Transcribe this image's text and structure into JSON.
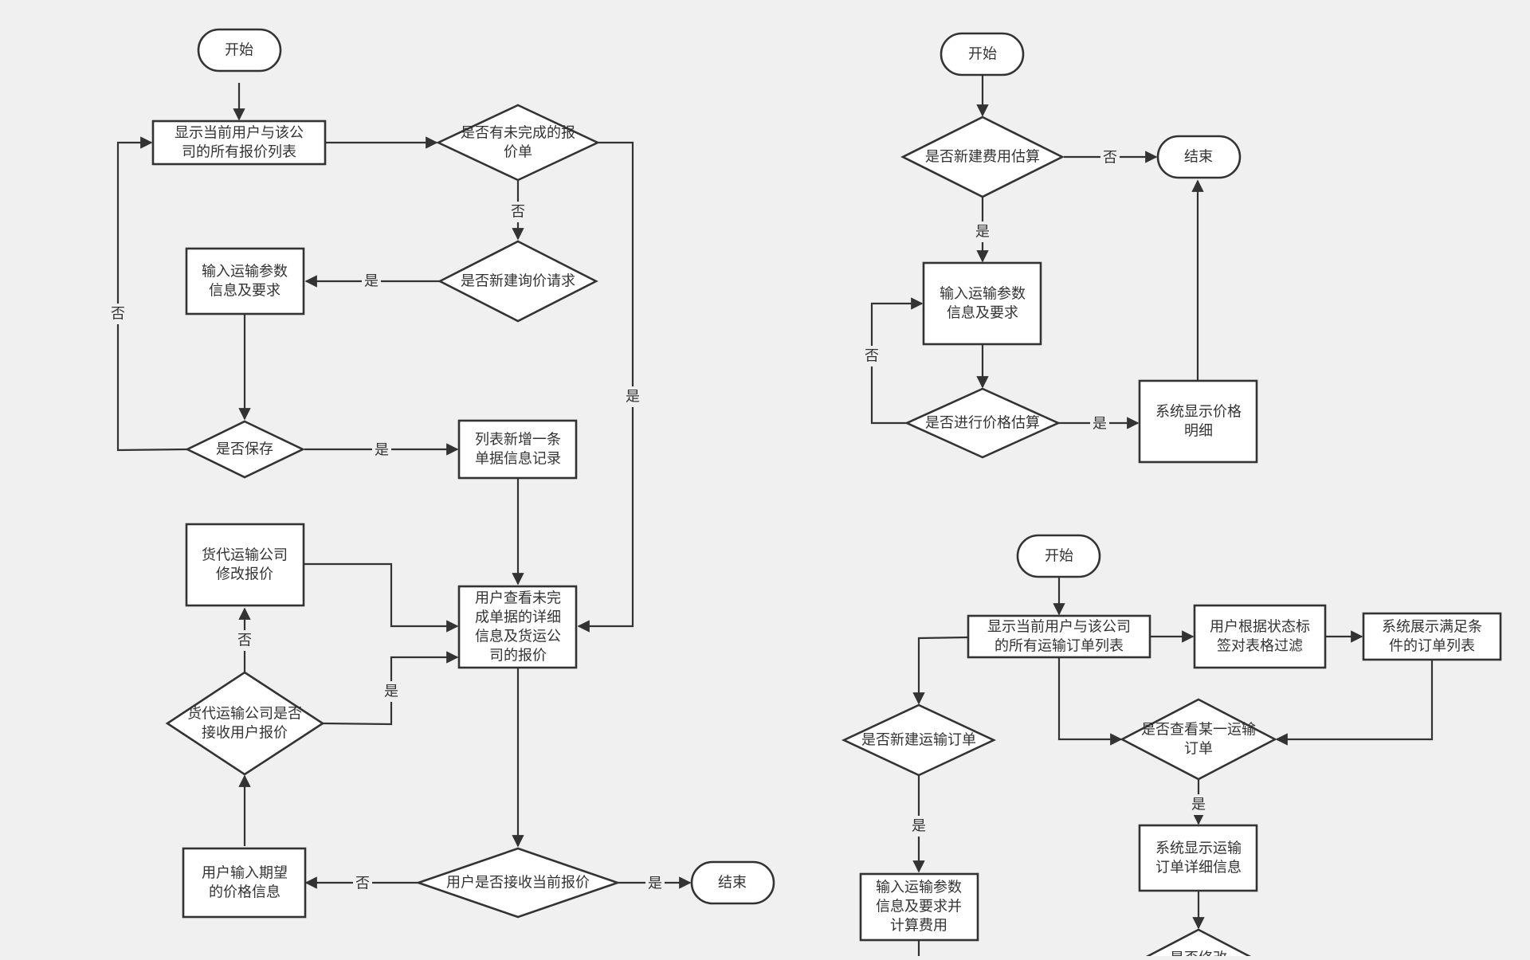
{
  "diagram": {
    "nodes": {
      "a_start": {
        "lines": [
          "开始"
        ]
      },
      "a_list": {
        "lines": [
          "显示当前用户与该公",
          "司的所有报价列表"
        ]
      },
      "a_unfinished": {
        "lines": [
          "是否有未完成的报",
          "价单"
        ]
      },
      "a_new_inquiry": {
        "lines": [
          "是否新建询价请求"
        ]
      },
      "a_input_params": {
        "lines": [
          "输入运输参数",
          "信息及要求"
        ]
      },
      "a_save": {
        "lines": [
          "是否保存"
        ]
      },
      "a_add_record": {
        "lines": [
          "列表新增一条",
          "单据信息记录"
        ]
      },
      "a_forwarder_modify": {
        "lines": [
          "货代运输公司",
          "修改报价"
        ]
      },
      "a_view_detail": {
        "lines": [
          "用户查看未完",
          "成单据的详细",
          "信息及货运公",
          "司的报价"
        ]
      },
      "a_forwarder_accept": {
        "lines": [
          "货代运输公司是否",
          "接收用户报价"
        ]
      },
      "a_user_input_price": {
        "lines": [
          "用户输入期望",
          "的价格信息"
        ]
      },
      "a_user_accept": {
        "lines": [
          "用户是否接收当前报价"
        ]
      },
      "a_end": {
        "lines": [
          "结束"
        ]
      },
      "b_start": {
        "lines": [
          "开始"
        ]
      },
      "b_new_estimate": {
        "lines": [
          "是否新建费用估算"
        ]
      },
      "b_end": {
        "lines": [
          "结束"
        ]
      },
      "b_input_params": {
        "lines": [
          "输入运输参数",
          "信息及要求"
        ]
      },
      "b_do_estimate": {
        "lines": [
          "是否进行价格估算"
        ]
      },
      "b_show_price": {
        "lines": [
          "系统显示价格",
          "明细"
        ]
      },
      "c_start": {
        "lines": [
          "开始"
        ]
      },
      "c_list": {
        "lines": [
          "显示当前用户与该公司",
          "的所有运输订单列表"
        ]
      },
      "c_filter": {
        "lines": [
          "用户根据状态标",
          "签对表格过滤"
        ]
      },
      "c_show_filtered": {
        "lines": [
          "系统展示满足条",
          "件的订单列表"
        ]
      },
      "c_new_order": {
        "lines": [
          "是否新建运输订单"
        ]
      },
      "c_view_order": {
        "lines": [
          "是否查看某一运输",
          "订单"
        ]
      },
      "c_show_detail": {
        "lines": [
          "系统显示运输",
          "订单详细信息"
        ]
      },
      "c_input_params": {
        "lines": [
          "输入运输参数",
          "信息及要求并",
          "计算费用"
        ]
      },
      "c_modify": {
        "lines": [
          "是否修改"
        ]
      }
    },
    "edge_labels": {
      "yes": "是",
      "no": "否"
    }
  }
}
